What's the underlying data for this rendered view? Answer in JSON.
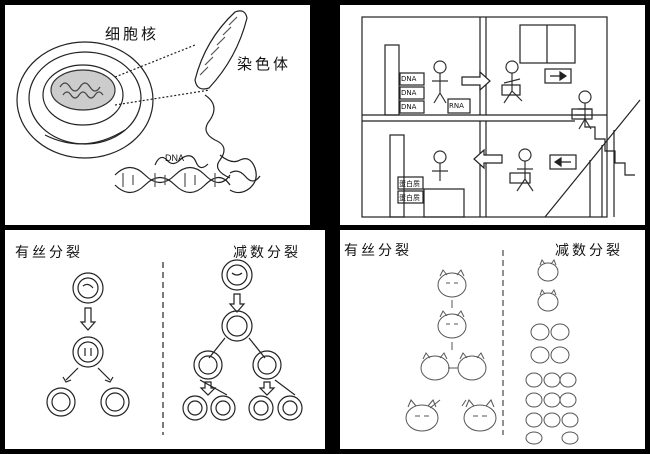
{
  "panel1": {
    "nucleus_label": "细胞核",
    "chromosome_label": "染色体",
    "dna_label": "DNA"
  },
  "panel2": {
    "box_labels": [
      "DNA",
      "DNA",
      "DNA"
    ],
    "rna_label": "RNA",
    "protein_box_labels": [
      "蛋白质",
      "蛋白质"
    ],
    "arrow_right_icon": "arrow-right-icon",
    "arrow_left_icon": "arrow-left-icon"
  },
  "panel3": {
    "mitosis_label": "有丝分裂",
    "meiosis_label": "减数分裂"
  },
  "panel4": {
    "mitosis_label": "有丝分裂",
    "meiosis_label": "减数分裂"
  }
}
